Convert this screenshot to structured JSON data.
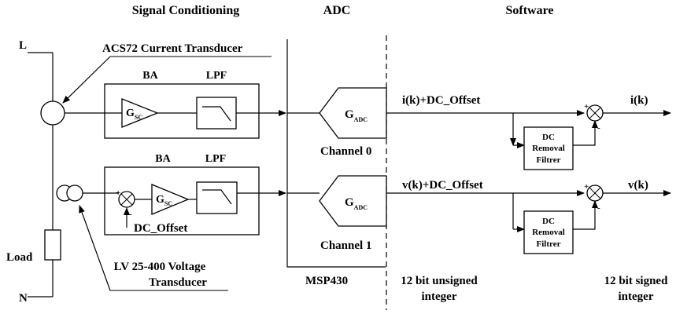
{
  "headers": {
    "signal_conditioning": "Signal Conditioning",
    "adc": "ADC",
    "software": "Software"
  },
  "terminals": {
    "line": "L",
    "neutral": "N",
    "load": "Load"
  },
  "current_path": {
    "transducer": "ACS72 Current Transducer",
    "ba": "BA",
    "lpf": "LPF",
    "gain": "G",
    "gain_sub": "SC",
    "adc_gain": "G",
    "adc_gain_sub": "ADC",
    "channel": "Channel 0",
    "signal": "i(k)+DC_Offset",
    "dc_filter": [
      "DC",
      "Removal",
      "Filtrer"
    ],
    "output": "i(k)"
  },
  "voltage_path": {
    "transducer_line1": "LV 25-400 Voltage",
    "transducer_line2": "Transducer",
    "ba": "BA",
    "lpf": "LPF",
    "gain": "G",
    "gain_sub": "SC",
    "dc_offset": "DC_Offset",
    "adc_gain": "G",
    "adc_gain_sub": "ADC",
    "channel": "Channel 1",
    "signal": "v(k)+DC_Offset",
    "dc_filter": [
      "DC",
      "Removal",
      "Filtrer"
    ],
    "output": "v(k)"
  },
  "footer": {
    "mcu": "MSP430",
    "unsigned_line1": "12 bit unsigned",
    "unsigned_line2": "integer",
    "signed_line1": "12 bit signed",
    "signed_line2": "integer"
  },
  "sign_marks": {
    "plus": "+",
    "minus": "-"
  }
}
